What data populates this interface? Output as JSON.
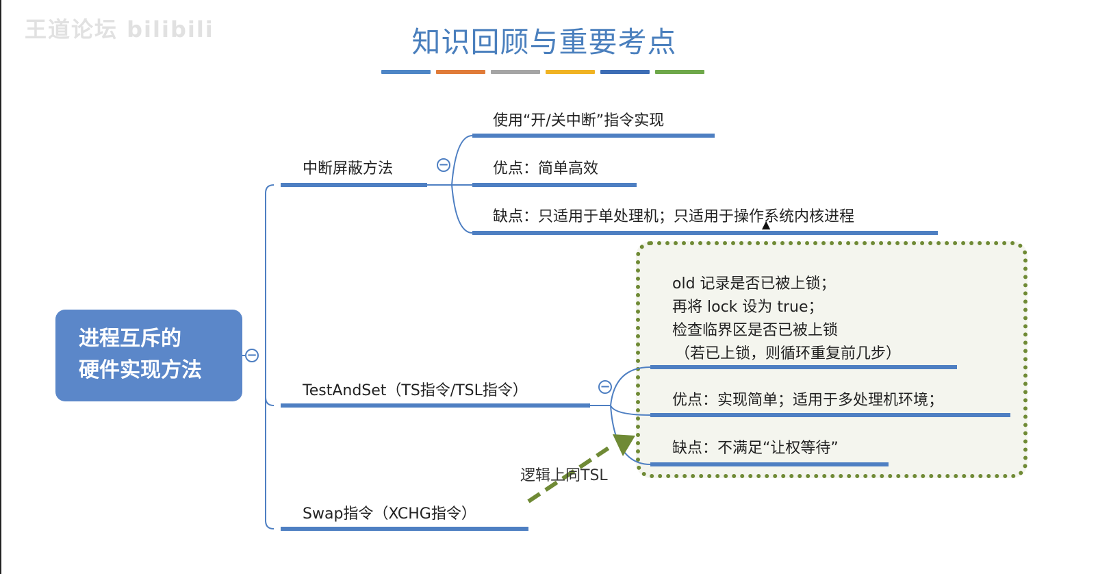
{
  "watermark": "王道论坛 bilibili",
  "page_title": "知识回顾与重要考点",
  "stripes": [
    {
      "color": "#4e86c6"
    },
    {
      "color": "#e07b39"
    },
    {
      "color": "#a5a5a5"
    },
    {
      "color": "#f0b323"
    },
    {
      "color": "#3d6db5"
    },
    {
      "color": "#6ea84a"
    }
  ],
  "root": {
    "line1": "进程互斥的",
    "line2": "硬件实现方法"
  },
  "collapse_symbol": "−",
  "branches": {
    "interrupt": {
      "label": "中断屏蔽方法",
      "children": [
        "使用“开/关中断”指令实现",
        "优点：简单高效",
        "缺点：只适用于单处理机；只适用于操作系统内核进程"
      ]
    },
    "tsl": {
      "label": "TestAndSet（TS指令/TSL指令）",
      "detail_lines": [
        "old 记录是否已被上锁；",
        "再将 lock 设为 true；",
        "检查临界区是否已被上锁",
        "（若已上锁，则循环重复前几步）"
      ],
      "pros": "优点：实现简单；适用于多处理机环境；",
      "cons": "缺点：不满足“让权等待”"
    },
    "swap": {
      "label": "Swap指令（XCHG指令）",
      "arrow_label": "逻辑上同TSL"
    }
  },
  "colors": {
    "line": "#4e7fc2",
    "root_bg": "#5b87c9",
    "callout_border": "#6f8a35",
    "title": "#4a7fbd"
  }
}
